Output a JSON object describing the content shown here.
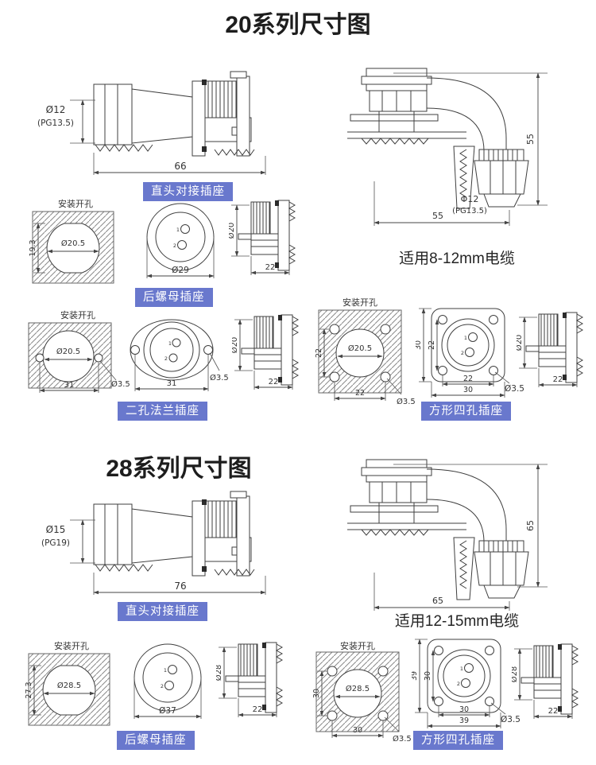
{
  "colors": {
    "label_bg": "#6978cd",
    "label_text": "#ffffff",
    "line": "#3f3f3f"
  },
  "series20": {
    "title": "20系列尺寸图",
    "straight": {
      "dia": "Ø12",
      "dia_sub": "(PG13.5)",
      "length": "66",
      "caption": "直头对接插座"
    },
    "elbow": {
      "height": "55",
      "width": "55",
      "dia": "Φ12",
      "dia_sub": "(PG13.5)",
      "note": "适用8-12mm电缆"
    },
    "rear_nut": {
      "mount_label": "安装开孔",
      "mount_dia": "Ø20.5",
      "mount_height": "19.3",
      "face_dia": "Ø29",
      "pins": [
        "1",
        "2"
      ],
      "side_dia": "Ø20",
      "side_len": "22",
      "caption": "后螺母插座"
    },
    "flange2": {
      "mount_label": "安装开孔",
      "mount_dia": "Ø20.5",
      "mount_span": "31",
      "mount_hole": "Ø3.5",
      "face_span": "31",
      "face_hole": "Ø3.5",
      "pins": [
        "1",
        "2"
      ],
      "side_dia": "Ø20",
      "side_len": "22",
      "caption": "二孔法兰插座"
    },
    "square4": {
      "mount_label": "安装开孔",
      "mount_dia": "Ø20.5",
      "mount_w": "22",
      "mount_h": "22",
      "mount_hole": "Ø3.5",
      "face_outer_h": "30",
      "face_inner_h": "22",
      "face_inner_w": "22",
      "face_outer_w": "30",
      "face_hole": "Ø3.5",
      "pins": [
        "1",
        "2"
      ],
      "side_dia": "Ø20",
      "side_len": "22",
      "caption": "方形四孔插座"
    }
  },
  "series28": {
    "title": "28系列尺寸图",
    "straight": {
      "dia": "Ø15",
      "dia_sub": "(PG19)",
      "length": "76",
      "caption": "直头对接插座"
    },
    "elbow": {
      "height": "65",
      "width": "65",
      "note": "适用12-15mm电缆"
    },
    "rear_nut": {
      "mount_label": "安装开孔",
      "mount_dia": "Ø28.5",
      "mount_height": "27.3",
      "face_dia": "Ø37",
      "pins": [
        "1",
        "2"
      ],
      "side_dia": "Ø28",
      "side_len": "22",
      "caption": "后螺母插座"
    },
    "square4": {
      "mount_label": "安装开孔",
      "mount_dia": "Ø28.5",
      "mount_w": "30",
      "mount_h": "30",
      "mount_hole": "Ø3.5",
      "face_outer_h": "39",
      "face_inner_h": "30",
      "face_inner_w": "30",
      "face_outer_w": "39",
      "face_hole": "Ø3.5",
      "pins": [
        "1",
        "2"
      ],
      "side_dia": "Ø28",
      "side_len": "22",
      "caption": "方形四孔插座"
    }
  }
}
